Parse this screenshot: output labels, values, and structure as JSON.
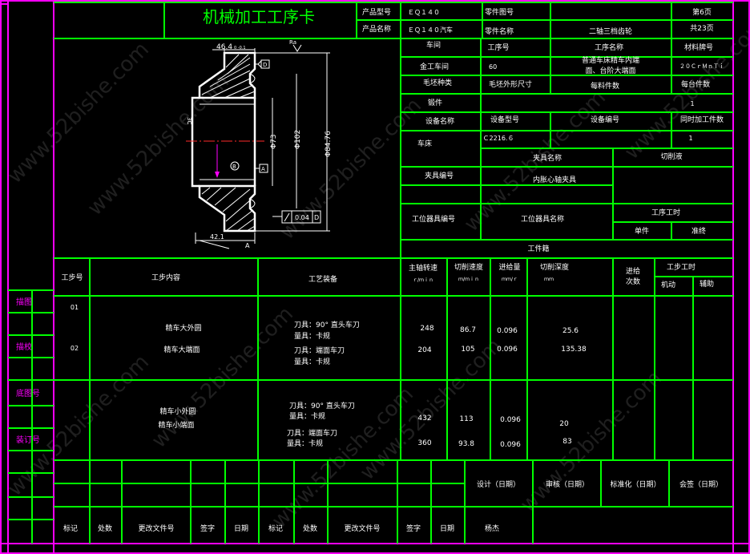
{
  "watermark": "www.52bishe.com",
  "colors": {
    "grid": "#00ff00",
    "border": "#ff00ff",
    "side_text": "#ff00ff",
    "title": "#00ff00",
    "text": "#ffffff",
    "axis": "#ff2a2a"
  },
  "header": {
    "title": "机械加工工序卡",
    "product_model_label": "产品型号",
    "product_model": "ＥＱ１４０",
    "product_name_label": "产品名称",
    "product_name": "ＥＱ１４０汽车",
    "part_drawing_label": "零件图号",
    "part_drawing": "",
    "part_name_label": "零件名称",
    "part_name": "二轴三档齿轮",
    "page_no": "第6页",
    "page_total": "共23页"
  },
  "info": {
    "workshop_label": "车间",
    "op_no_label": "工序号",
    "op_name_label": "工序名称",
    "material_label": "材料牌号",
    "workshop": "金工车间",
    "op_no": "60",
    "op_name_line1": "普通车床精车内端",
    "op_name_line2": "面、台阶大端面",
    "material": "２０ＣｒＭｎＴｉ",
    "blank_type_label": "毛坯种类",
    "blank_size_label": "毛坯外形尺寸",
    "blank_count_label": "每料件数",
    "per_unit_label": "每台件数",
    "forging": "锻件",
    "per_unit": "1",
    "equip_name_label": "设备名称",
    "equip_model_label": "设备型号",
    "equip_no_label": "设备编号",
    "simul_label": "同时加工件数",
    "equip_name": "车床",
    "equip_model": "Ｃ2216.６",
    "simul": "1",
    "fixture_name_label": "夹具名称",
    "coolant_label": "切削液",
    "fixture_no_label": "夹具编号",
    "fixture_name": "内胀心轴夹具",
    "station_no_label": "工位器具编号",
    "station_name_label": "工位器具名称",
    "op_time_label": "工序工时",
    "unit_time_label": "单件",
    "final_time_label": "准终",
    "work_content_label": "工件籍"
  },
  "drawing": {
    "dim_top": "46.4",
    "tol_top": "0 -0.1",
    "dia_73": "Φ73",
    "dia_102": "Φ102",
    "dia_ref": "Φ84.76",
    "datum_a": "A",
    "datum_b": "B",
    "runout_value": "0.04",
    "runout_datum": "D",
    "bottom_dim": "42.1",
    "bottom_a": "A",
    "left_mark": "3C",
    "ra_mark": "Ra"
  },
  "steps_header": {
    "step_no": "工步号",
    "step_content": "工步内容",
    "equipment": "工艺装备",
    "spindle": "主轴转速",
    "spindle_unit": "ｒ/ｍｉｎ",
    "speed": "切削速度",
    "speed_unit": "ｍ/ｍｉｎ",
    "feed": "进给量",
    "feed_unit": "ｍｍ/ｒ",
    "depth": "切削深度",
    "depth_unit": "ｍｍ",
    "passes_line1": "进给",
    "passes_line2": "次数",
    "step_time": "工步工时",
    "machine": "机动",
    "aux": "辅助"
  },
  "steps": [
    {
      "no1": "01",
      "no2": "02",
      "content1": "精车大外圆",
      "content2": "精车大端面",
      "tool1": "刀具：90° 直头车刀",
      "gauge1": "量具：卡规",
      "tool2": "刀具：端面车刀",
      "gauge2": "量具：卡规",
      "spindle1": "248",
      "spindle2": "204",
      "speed1": "86.7",
      "speed2": "105",
      "feed1": "0.096",
      "feed2": "0.096",
      "depth1": "25.6",
      "depth2": "135.38"
    },
    {
      "content1": "精车小外圆",
      "content2": "精车小端面",
      "tool1": "刀具：90° 直头车刀",
      "gauge1": "量具：卡规",
      "tool2": "刀具：端面车刀",
      "gauge2": "量具：卡规",
      "spindle1": "432",
      "spindle2": "360",
      "speed1": "113",
      "speed2": "93.8",
      "feed1": "0.096",
      "feed2": "0.096",
      "depth1": "20",
      "depth2": "83"
    }
  ],
  "side": {
    "trace": "描图",
    "check": "描校",
    "base_drawing": "底图号",
    "binding": "装订号"
  },
  "signoff": {
    "design": "设计（日期）",
    "review": "审核（日期）",
    "standard": "标准化（日期）",
    "countersign": "会签（日期）"
  },
  "revision": {
    "mark": "标记",
    "place": "处数",
    "doc": "更改文件号",
    "sign": "签字",
    "date": "日期",
    "mark2": "标记",
    "place2": "处数",
    "doc2": "更改文件号",
    "sign2": "签字",
    "date2": "日期",
    "name": "杨杰"
  }
}
